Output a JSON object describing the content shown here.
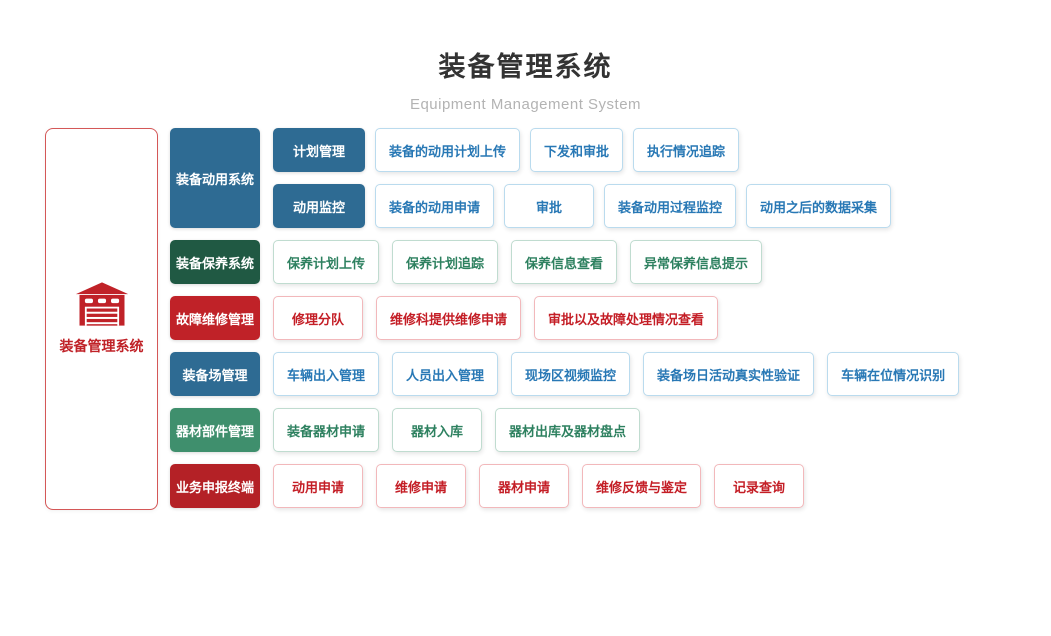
{
  "header": {
    "title": "装备管理系统",
    "subtitle": "Equipment Management System"
  },
  "root": {
    "label": "装备管理系统",
    "icon": "garage-icon",
    "accent_color": "#c02228"
  },
  "colors": {
    "blue": "#2e6b93",
    "dark_green": "#205943",
    "green": "#3f8f6d",
    "red": "#c02228",
    "dark_red": "#b42126",
    "leaf_text_blue": "#2878b5",
    "leaf_text_green": "#2e8160",
    "leaf_text_red": "#c41e26"
  },
  "groups": [
    {
      "name": "装备动用系统",
      "theme": "blue",
      "subgroups": [
        {
          "name": "计划管理",
          "items": [
            "装备的动用计划上传",
            "下发和审批",
            "执行情况追踪"
          ]
        },
        {
          "name": "动用监控",
          "items": [
            "装备的动用申请",
            "审批",
            "装备动用过程监控",
            "动用之后的数据采集"
          ]
        }
      ]
    },
    {
      "name": "装备保养系统",
      "theme": "dark_green",
      "items": [
        "保养计划上传",
        "保养计划追踪",
        "保养信息查看",
        "异常保养信息提示"
      ]
    },
    {
      "name": "故障维修管理",
      "theme": "red",
      "items": [
        "修理分队",
        "维修科提供维修申请",
        "审批以及故障处理情况查看"
      ]
    },
    {
      "name": "装备场管理",
      "theme": "blue",
      "items": [
        "车辆出入管理",
        "人员出入管理",
        "现场区视频监控",
        "装备场日活动真实性验证",
        "车辆在位情况识别"
      ]
    },
    {
      "name": "器材部件管理",
      "theme": "green",
      "items": [
        "装备器材申请",
        "器材入库",
        "器材出库及器材盘点"
      ]
    },
    {
      "name": "业务申报终端",
      "theme": "dark_red",
      "items": [
        "动用申请",
        "维修申请",
        "器材申请",
        "维修反馈与鉴定",
        "记录查询"
      ]
    }
  ]
}
